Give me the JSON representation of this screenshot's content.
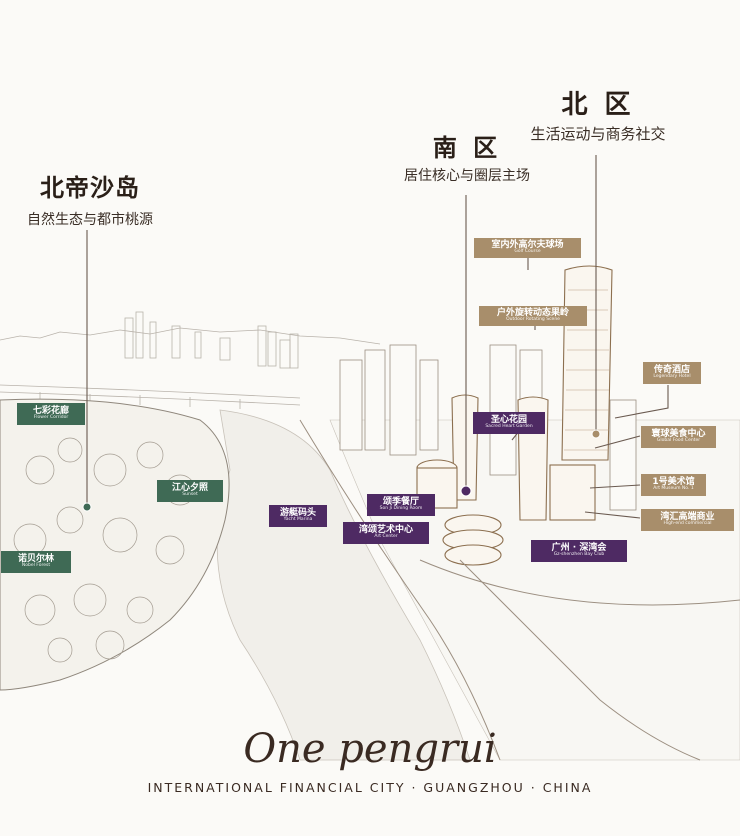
{
  "zones": {
    "north": {
      "title": "北 区",
      "subtitle": "生活运动与商务社交"
    },
    "south": {
      "title": "南 区",
      "subtitle": "居住核心与圈层主场"
    },
    "island": {
      "title": "北帝沙岛",
      "subtitle": "自然生态与都市桃源"
    }
  },
  "tags": {
    "golf": {
      "zh": "室内外高尔夫球场",
      "en": "Golf Course"
    },
    "orchard": {
      "zh": "户外旋转动态果岭",
      "en": "Outdoor Rotating Scene"
    },
    "hotel": {
      "zh": "传奇酒店",
      "en": "Legendary Hotel"
    },
    "sacred": {
      "zh": "圣心花园",
      "en": "Sacred Heart Garden"
    },
    "food": {
      "zh": "寰球美食中心",
      "en": "Global Food Center"
    },
    "museum": {
      "zh": "1号美术馆",
      "en": "Art Museum No. 1"
    },
    "commercial": {
      "zh": "湾汇高端商业",
      "en": "High-end commercial"
    },
    "dining": {
      "zh": "颂季餐厅",
      "en": "Son Ji Dining Room"
    },
    "art": {
      "zh": "湾颂艺术中心",
      "en": "Art Center"
    },
    "bayclub": {
      "zh": "广州 · 深湾会",
      "en": "Gz-shenzhen Bay Club"
    },
    "yacht": {
      "zh": "游艇码头",
      "en": "Yacht Marina"
    },
    "flower": {
      "zh": "七彩花廊",
      "en": "Flower Corridor"
    },
    "sunset": {
      "zh": "江心夕照",
      "en": "Sunset"
    },
    "forest": {
      "zh": "诺贝尔林",
      "en": "Nobel Forest"
    }
  },
  "brand": {
    "signature": "One pengrui",
    "tagline": "INTERNATIONAL FINANCIAL CITY · GUANGZHOU · CHINA"
  },
  "colors": {
    "green": "#3f6a55",
    "gold": "#a88e6b",
    "purple": "#4e2a63",
    "line": "#6a5a50"
  }
}
